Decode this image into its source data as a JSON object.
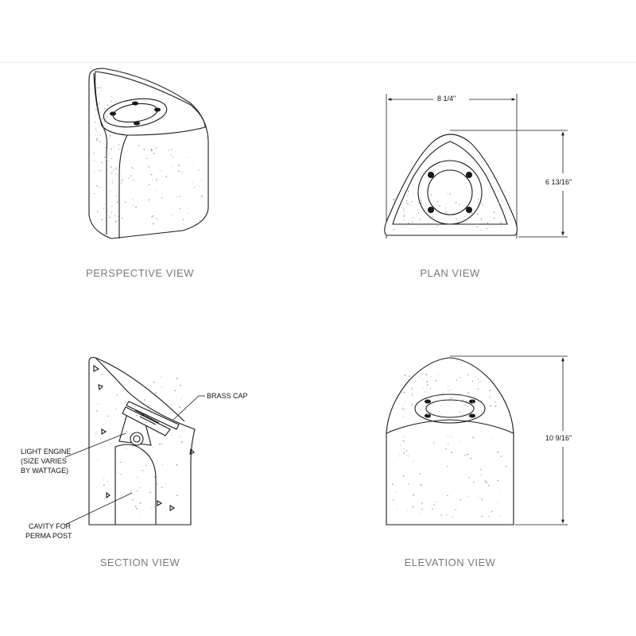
{
  "views": {
    "perspective": {
      "title": "PERSPECTIVE VIEW"
    },
    "plan": {
      "title": "PLAN VIEW",
      "width_dim": "8 1/4\"",
      "depth_dim": "6 13/16\""
    },
    "section": {
      "title": "SECTION VIEW",
      "brass_cap": "BRASS CAP",
      "light_engine_1": "LIGHT ENGINE",
      "light_engine_2": "(SIZE VARIES",
      "light_engine_3": "BY WATTAGE)",
      "cavity_1": "CAVITY FOR",
      "cavity_2": "PERMA POST"
    },
    "elevation": {
      "title": "ELEVATION VIEW",
      "height_dim": "10 9/16\""
    }
  },
  "colors": {
    "line": "#1a1a1a",
    "title_text": "#7a7a7a",
    "speckle": "#9a9a9a"
  }
}
